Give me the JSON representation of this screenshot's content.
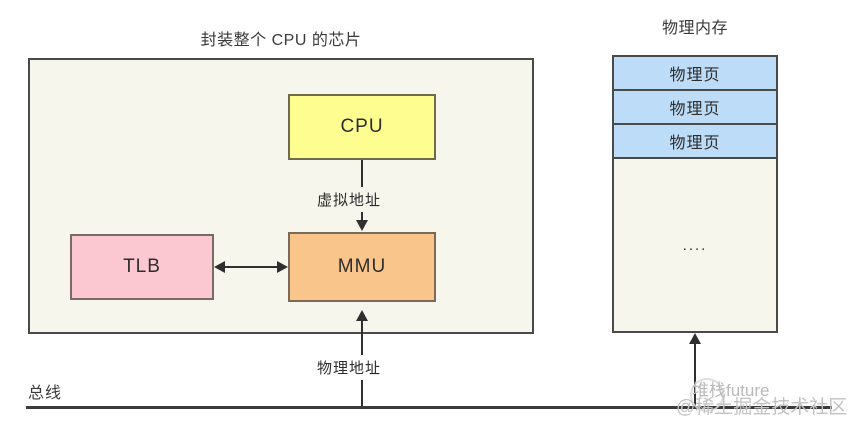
{
  "diagram": {
    "chip": {
      "title": "封装整个 CPU 的芯片",
      "blocks": {
        "cpu": "CPU",
        "tlb": "TLB",
        "mmu": "MMU"
      },
      "edges": {
        "virtual_address": "虚拟地址",
        "physical_address": "物理地址"
      }
    },
    "bus": {
      "label": "总线"
    },
    "memory": {
      "title": "物理内存",
      "pages": [
        "物理页",
        "物理页",
        "物理页"
      ],
      "remainder": "...."
    },
    "watermark": {
      "brand": "堆栈future",
      "community": "@稀土掘金技术社区"
    },
    "colors": {
      "chip_fill": "#f7f6ec",
      "cpu_fill": "#fdfd90",
      "tlb_fill": "#fbc8d2",
      "mmu_fill": "#fac58a",
      "page_fill": "#bddcf7",
      "stroke": "#4a4a48",
      "line": "#2f2f2f"
    }
  }
}
